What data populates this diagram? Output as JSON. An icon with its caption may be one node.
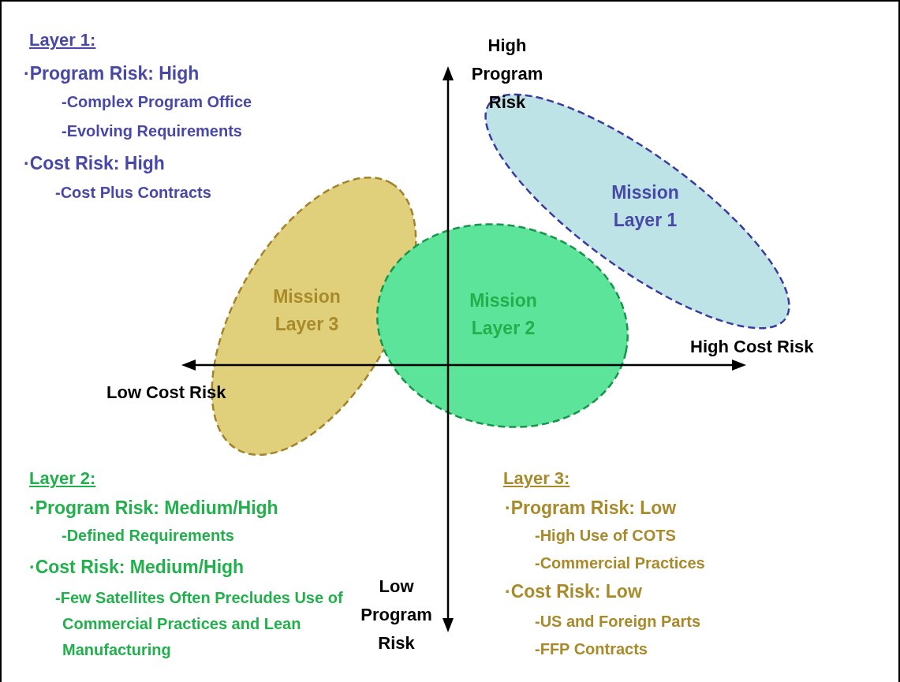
{
  "diagram": {
    "nodes": [
      {
        "text": [
          "Mission Layer 1"
        ]
      },
      {
        "text": [
          "Mission Layer 2"
        ]
      },
      {
        "text": [
          "Mission Layer 3"
        ]
      }
    ],
    "labels": [
      "Layer 1:",
      "·Program Risk: High",
      "-Complex Program Office",
      "-Evolving Requirements",
      "·Cost Risk: High",
      "-Cost Plus Contracts",
      "High Program Risk",
      "High Cost Risk",
      "Low Cost Risk",
      "Layer 2:",
      "·Program Risk: Medium/High",
      "-Defined Requirements",
      "·Cost Risk: Medium/High",
      "-Few Satellites Often Precludes Use of Commercial Practices and Lean Manufacturing",
      "Low Program Risk",
      "Layer 3:",
      "·Program Risk: Low",
      "-High Use of COTS",
      "-Commercial Practices",
      "·Cost Risk: Low",
      "-US and Foreign Parts",
      "-FFP Contracts"
    ]
  }
}
